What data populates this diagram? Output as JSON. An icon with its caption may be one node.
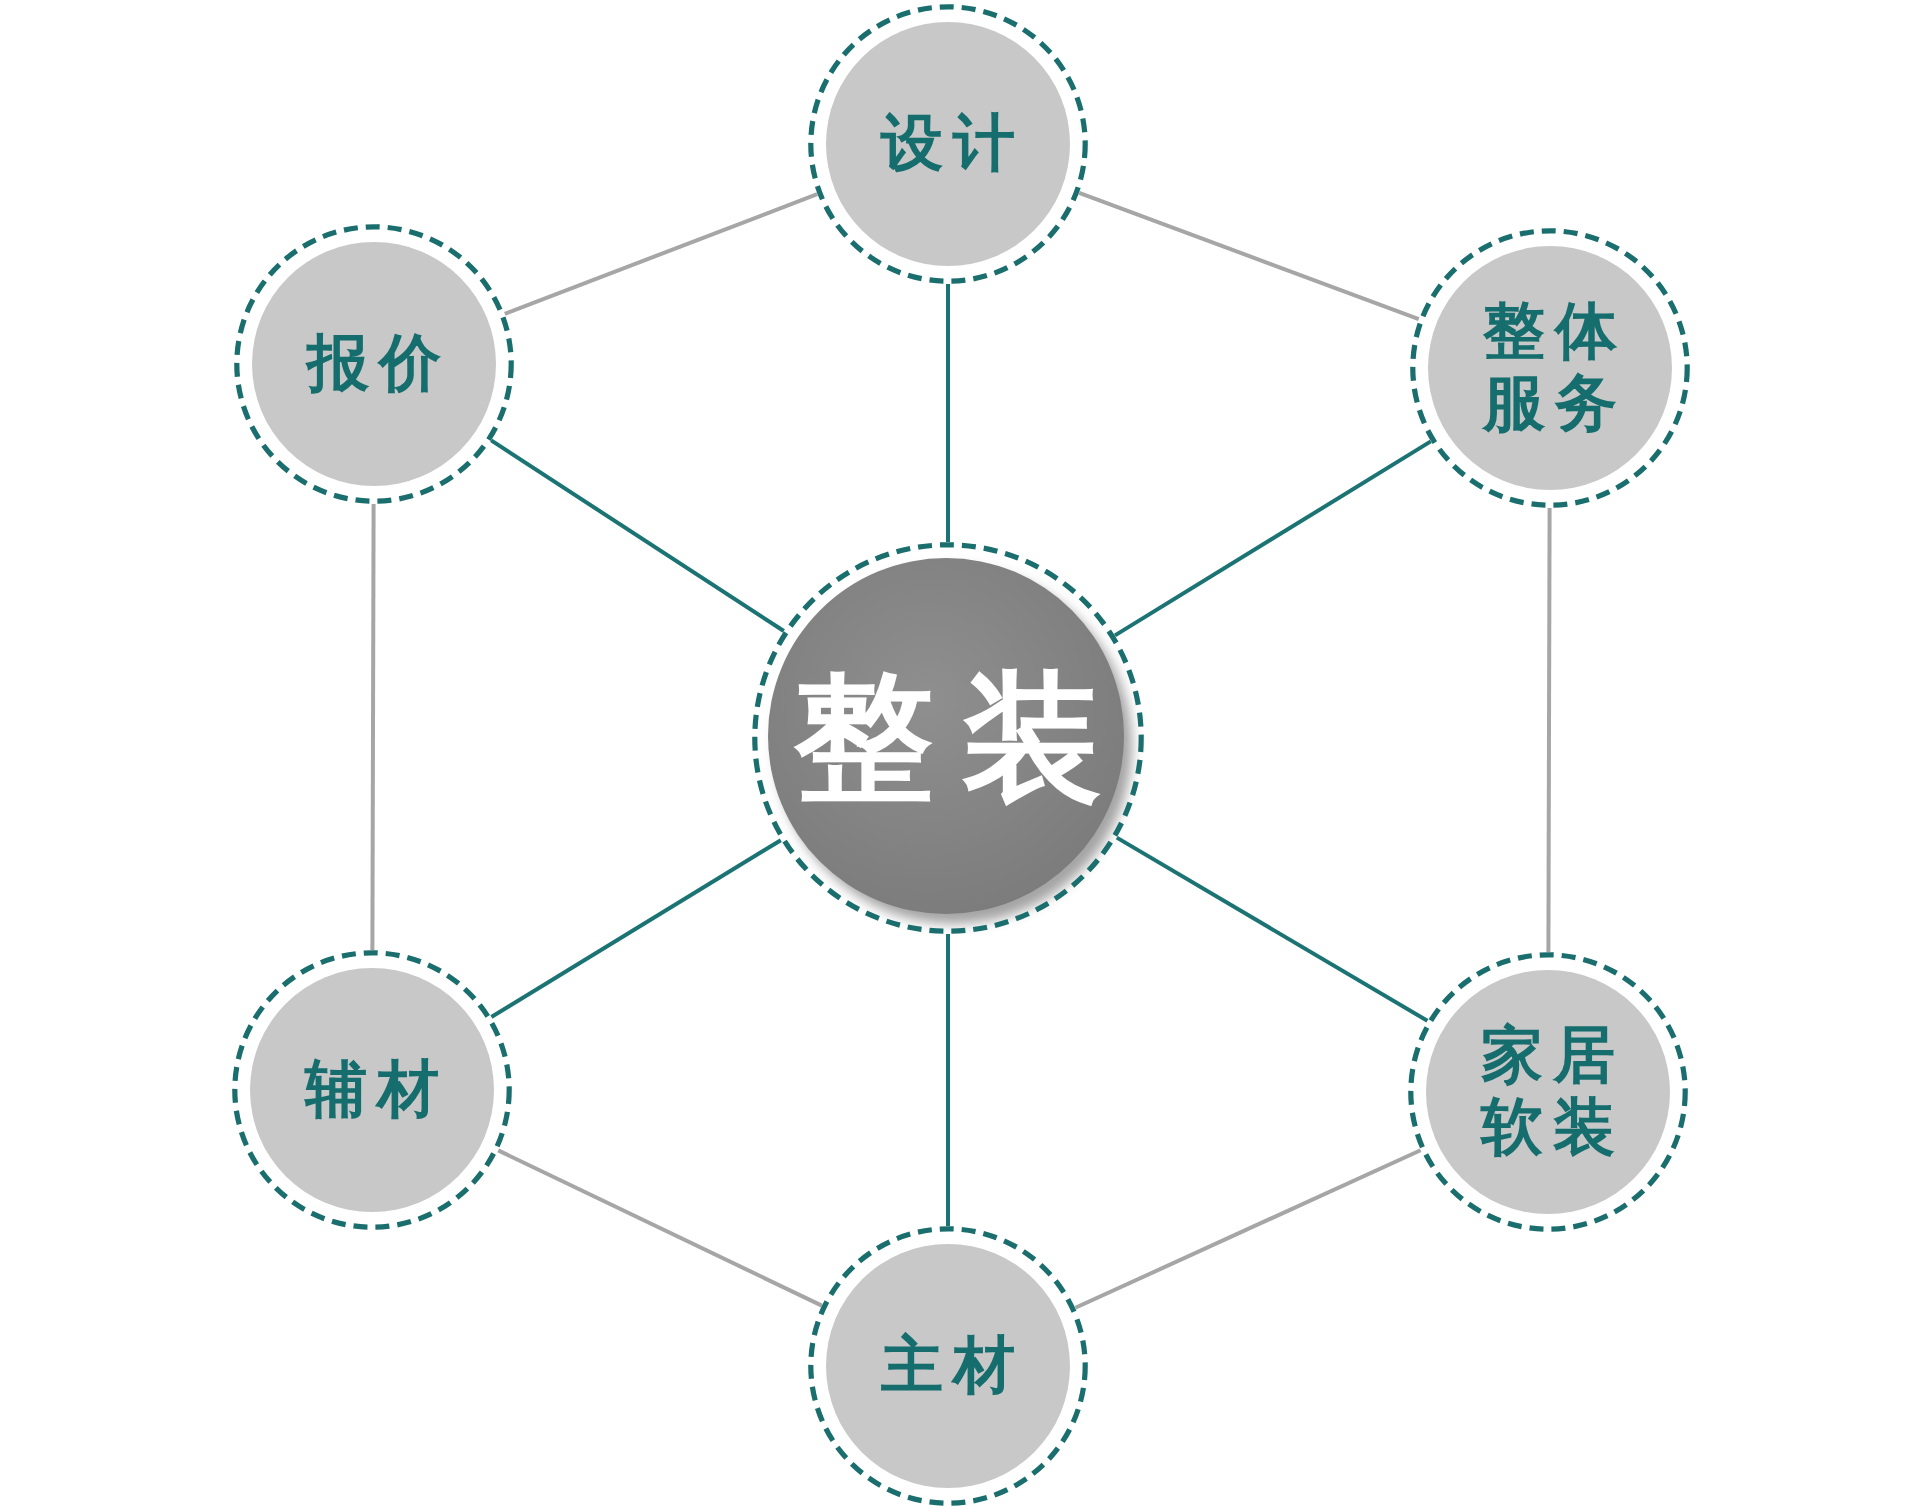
{
  "diagram": {
    "nodes": [
      {
        "text": [
          "设计"
        ]
      },
      {
        "text": [
          "报价"
        ]
      },
      {
        "text": [
          "整体服务"
        ]
      },
      {
        "text": [
          "整装"
        ]
      },
      {
        "text": [
          "辅材"
        ]
      },
      {
        "text": [
          "家居软装"
        ]
      },
      {
        "text": [
          "主材"
        ]
      }
    ],
    "edges": [
      {
        "from": 1,
        "to": 0,
        "arrow": "none",
        "color": "#a6a6a6"
      },
      {
        "from": 0,
        "to": 2,
        "arrow": "none",
        "color": "#a6a6a6"
      },
      {
        "from": 1,
        "to": 4,
        "arrow": "none",
        "color": "#a6a6a6"
      },
      {
        "from": 2,
        "to": 5,
        "arrow": "none",
        "color": "#a6a6a6"
      },
      {
        "from": 4,
        "to": 6,
        "arrow": "none",
        "color": "#a6a6a6"
      },
      {
        "from": 6,
        "to": 5,
        "arrow": "none",
        "color": "#a6a6a6"
      },
      {
        "from": 3,
        "to": 0,
        "arrow": "none",
        "color": "#1b7373"
      },
      {
        "from": 3,
        "to": 1,
        "arrow": "none",
        "color": "#1b7373"
      },
      {
        "from": 3,
        "to": 2,
        "arrow": "none",
        "color": "#1b7373"
      },
      {
        "from": 3,
        "to": 4,
        "arrow": "none",
        "color": "#1b7373"
      },
      {
        "from": 3,
        "to": 5,
        "arrow": "none",
        "color": "#1b7373"
      },
      {
        "from": 3,
        "to": 6,
        "arrow": "none",
        "color": "#1b7373"
      }
    ]
  }
}
